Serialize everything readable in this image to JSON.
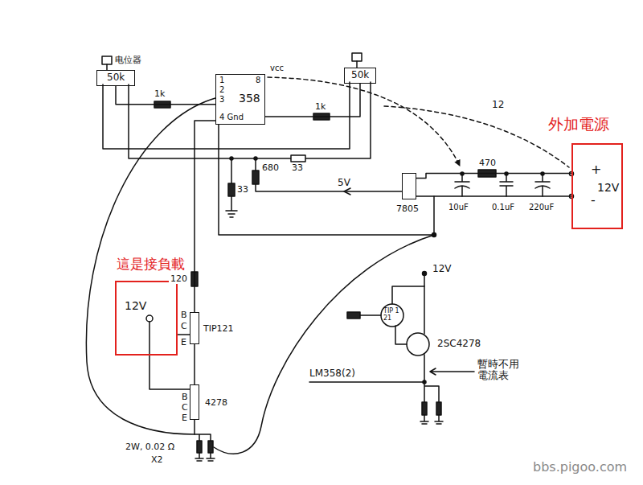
{
  "diagram": {
    "nodes": [
      {
        "text": [
          "外加電源",
          "+",
          "12V",
          "-"
        ]
      },
      {
        "text": [
          "這是接負載",
          "12V"
        ]
      },
      {
        "text": [
          "电位器",
          "50k"
        ]
      },
      {
        "text": [
          "50k"
        ]
      },
      {
        "text": [
          "358"
        ]
      },
      {
        "text": [
          "7805"
        ]
      },
      {
        "text": [
          "TIP121"
        ]
      },
      {
        "text": [
          "4278"
        ]
      }
    ],
    "edges": [
      {
        "from": 2,
        "to": 4,
        "arrow": "none",
        "label": "1k"
      },
      {
        "from": 4,
        "to": 3,
        "arrow": "none",
        "label": "1k"
      },
      {
        "from": 0,
        "to": 5,
        "arrow": "none",
        "label": "470"
      },
      {
        "from": 4,
        "to": 6,
        "arrow": "none",
        "label": "120"
      },
      {
        "from": 1,
        "to": 6,
        "arrow": "none"
      },
      {
        "from": 6,
        "to": 7,
        "arrow": "none"
      }
    ],
    "labels": [
      "1",
      "2",
      "3",
      "4 Gnd",
      "8",
      "vcc",
      "33",
      "33",
      "680",
      "5V",
      "12",
      "10uF",
      "0.1uF",
      "220uF",
      "B",
      "C",
      "E",
      "B",
      "C",
      "E",
      "2W, 0.02 Ω",
      "X2",
      "12V",
      "TIP 121",
      "2SC4278",
      "LM358(2)",
      "暫時不用 電流表",
      "bbs.pigoo.com"
    ]
  }
}
